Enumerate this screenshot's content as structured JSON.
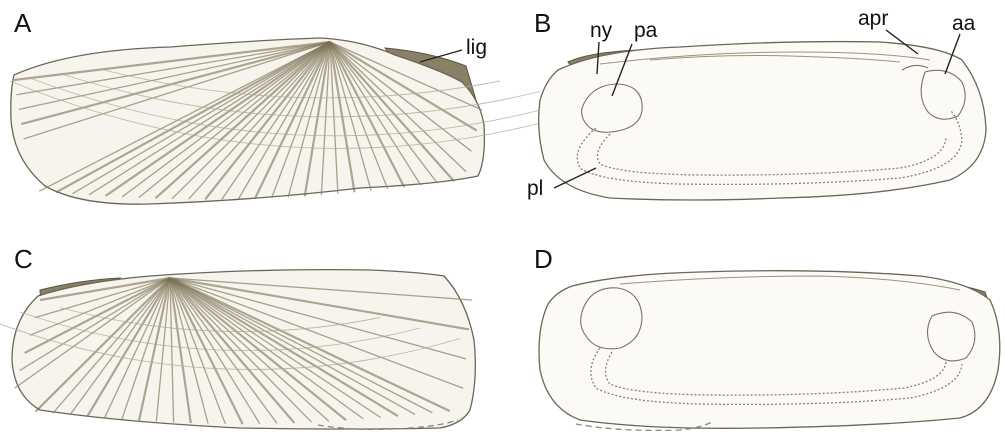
{
  "panels": [
    {
      "letter": "A",
      "view": "external-left-valve"
    },
    {
      "letter": "B",
      "view": "internal-left-valve"
    },
    {
      "letter": "C",
      "view": "external-right-valve"
    },
    {
      "letter": "D",
      "view": "internal-right-valve"
    }
  ],
  "annotations": {
    "lig": "lig",
    "ny": "ny",
    "pa": "pa",
    "apr": "apr",
    "aa": "aa",
    "pl": "pl"
  },
  "colors": {
    "shell_fill": "#f6f4ec",
    "rib_line": "#8d8468",
    "outline": "#6b6656",
    "label": "#111111"
  }
}
